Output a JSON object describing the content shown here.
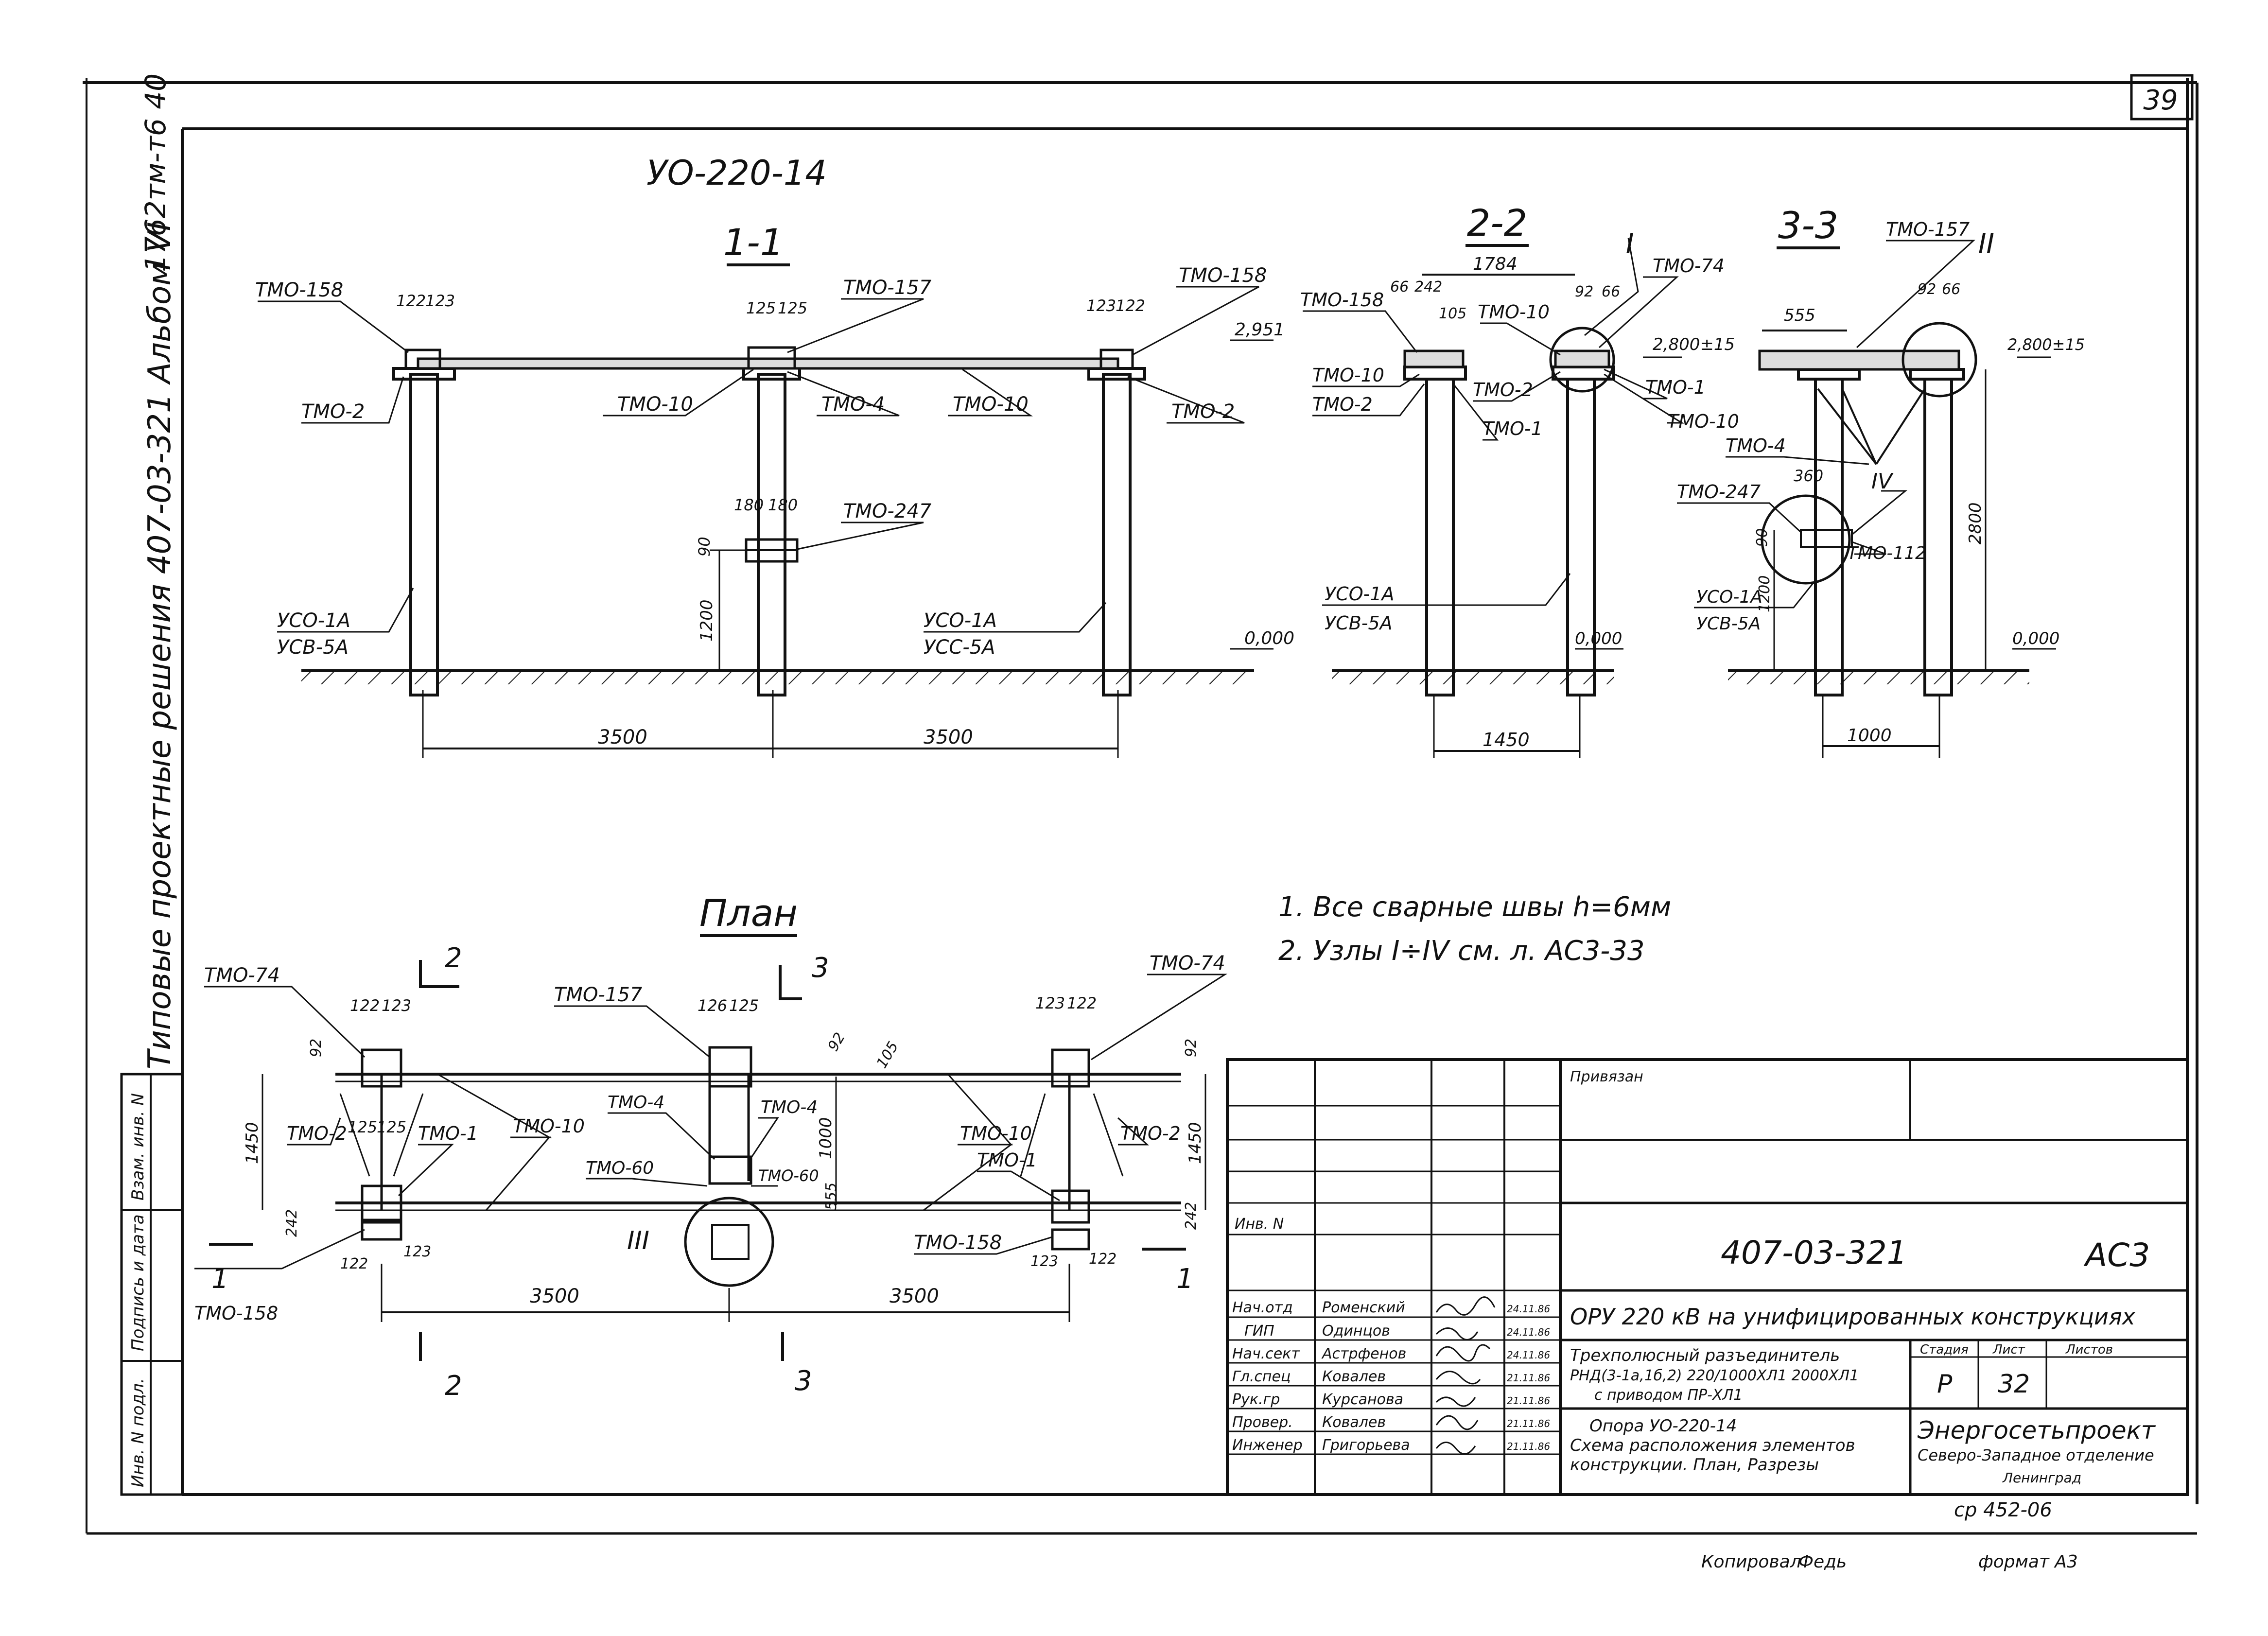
{
  "sheet": {
    "number": "39",
    "archive_code": "1762тм-т6 40",
    "side_title": "Типовые проектные решения 407-03-321 Альбом VI",
    "subtitle": "УО-220-14",
    "tracer": "Копировал",
    "tracer_sign": "Федь",
    "format": "формат А3",
    "stamp_code": "ср 452-06"
  },
  "section_1_1": {
    "title": "1-1",
    "labels": {
      "tmo158": "ТМО-158",
      "tmo157": "ТМО-157",
      "tmo158r": "ТМО-158",
      "tmo2l": "ТМО-2",
      "tmo10l": "ТМО-10",
      "tmo4": "ТМО-4",
      "tmo10r": "ТМО-10",
      "tmo2r": "ТМО-2",
      "tmo247": "ТМО-247",
      "uso_l": "УСО-1А",
      "usv_l": "УСВ-5А",
      "uso_r": "УСО-1А",
      "usv_r": "УСС-5А"
    },
    "dims": {
      "d122l": "122",
      "d123l": "123",
      "d125l": "125",
      "d125r": "125",
      "d123r": "123",
      "d122r": "122",
      "d180l": "180",
      "d180r": "180",
      "d90": "90",
      "d1200": "1200",
      "span_l": "3500",
      "span_r": "3500",
      "level": "2,951",
      "ground": "0,000"
    }
  },
  "section_2_2": {
    "title": "2-2",
    "node_I": "I",
    "labels": {
      "tmo158": "ТМО-158",
      "tmo74": "ТМО-74",
      "tmo10a": "ТМО-10",
      "tmo10b": "ТМО-10",
      "tmo2a": "ТМО-2",
      "tmo2b": "ТМО-2",
      "tmo1a": "ТМО-1",
      "tmo1b": "ТМО-1",
      "tmo10c": "ТМО-10",
      "uso": "УСО-1А",
      "usv": "УСВ-5А"
    },
    "dims": {
      "d1784": "1784",
      "d66": "66",
      "d242": "242",
      "d105": "105",
      "d92": "92",
      "d66b": "66",
      "level": "2,800±15",
      "ground": "0,000",
      "span": "1450"
    }
  },
  "section_3_3": {
    "title": "3-3",
    "node_II": "II",
    "node_IV": "IV",
    "labels": {
      "tmo157": "ТМО-157",
      "tmo4": "ТМО-4",
      "tmo247": "ТМО-247",
      "tmo112": "ТМО-112",
      "uso": "УСО-1А",
      "usv": "УСВ-5А"
    },
    "dims": {
      "d555": "555",
      "d92": "92",
      "d66": "66",
      "d360": "360",
      "d90": "90",
      "d1200": "1200",
      "d2800": "2800",
      "level": "2,800±15",
      "ground": "0,000",
      "span": "1000"
    }
  },
  "plan": {
    "title": "План",
    "cut2": "2",
    "cut3": "3",
    "cut1": "1",
    "node_III": "III",
    "labels": {
      "tmo74l": "ТМО-74",
      "tmo157": "ТМО-157",
      "tmo74r": "ТМО-74",
      "tmo2l": "ТМО-2",
      "tmo1l": "ТМО-1",
      "tmo10l": "ТМО-10",
      "tmo4a": "ТМО-4",
      "tmo4b": "ТМО-4",
      "tmo60a": "ТМО-60",
      "tmo60b": "ТМО-60",
      "tmo10r": "ТМО-10",
      "tmo1r": "ТМО-1",
      "tmo2r": "ТМО-2",
      "tmo158l": "ТМО-158",
      "tmo158r": "ТМО-158"
    },
    "dims": {
      "d122a": "122",
      "d123a": "123",
      "d126": "126",
      "d125a": "125",
      "d123b": "123",
      "d122b": "122",
      "d92l": "92",
      "d92m": "92",
      "d105": "105",
      "d92r": "92",
      "d1450l": "1450",
      "d125b": "125",
      "d125c": "125",
      "d1000": "1000",
      "d1450r": "1450",
      "d555": "555",
      "d242l": "242",
      "d242r": "242",
      "d122c": "122",
      "d123c": "123",
      "d123d": "123",
      "d122d": "122",
      "span_l": "3500",
      "span_r": "3500"
    }
  },
  "notes": [
    "1. Все сварные швы h=6мм",
    "2. Узлы I÷IV см. л. АС3-33"
  ],
  "title_block": {
    "attached": "Привязан",
    "inv_no": "Инв. N",
    "doc_number": "407-03-321",
    "set_code": "АС3",
    "project_title": "ОРУ 220 кВ на унифицированных конструкциях",
    "equipment_lines": [
      "Трехполюсный разъединитель",
      "РНД(3-1а,1б,2) 220/1000ХЛ1 2000ХЛ1",
      "с приводом ПР-ХЛ1"
    ],
    "drawing_lines": [
      "Опора УО-220-14",
      "Схема расположения элементов",
      "конструкции. План, Разрезы"
    ],
    "stage_header": "Стадия",
    "sheet_header": "Лист",
    "sheets_header": "Листов",
    "stage": "Р",
    "sheet": "32",
    "org_name": "Энергосетьпроект",
    "org_branch": "Северо-Западное отделение",
    "org_city": "Ленинград",
    "staff": [
      {
        "role": "Нач.отд",
        "name": "Роменский",
        "date": "24.11.86"
      },
      {
        "role": "ГИП",
        "name": "Одинцов",
        "date": "24.11.86"
      },
      {
        "role": "Нач.сект",
        "name": "Астрфенов",
        "date": "24.11.86"
      },
      {
        "role": "Гл.спец",
        "name": "Ковалев",
        "date": "21.11.86"
      },
      {
        "role": "Рук.гр",
        "name": "Курсанова",
        "date": "21.11.86"
      },
      {
        "role": "Провер.",
        "name": "Ковалев",
        "date": "21.11.86"
      },
      {
        "role": "Инженер",
        "name": "Григорьева",
        "date": "21.11.86"
      }
    ]
  },
  "left_stamp": [
    "Взам. инв. N",
    "Подпись и дата",
    "Инв. N подл."
  ]
}
